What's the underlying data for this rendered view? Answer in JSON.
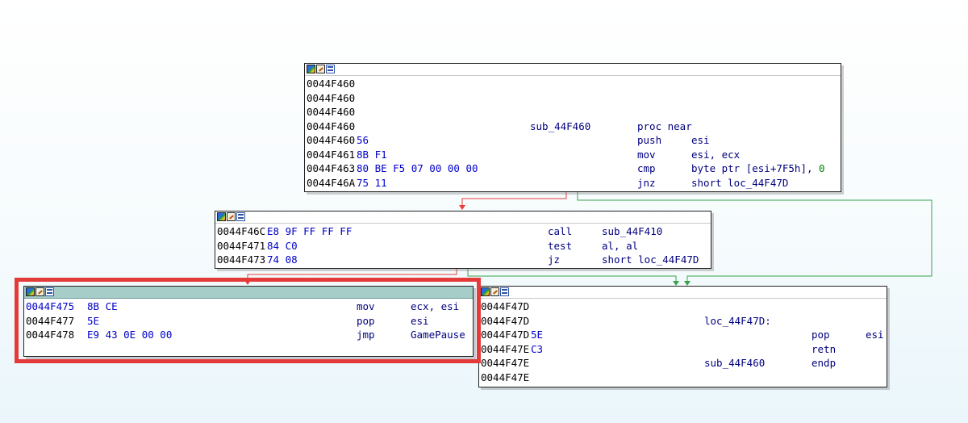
{
  "colors": {
    "edge_red": "#e83c3c",
    "edge_green": "#3aa44a",
    "highlight": "#e53a3a",
    "selected_header": "#a6cdc8"
  },
  "header_icons": [
    "color-icon",
    "edit-icon",
    "graph-icon"
  ],
  "nodes": {
    "sub_44F460": {
      "rows": [
        {
          "addr": "0044F460"
        },
        {
          "addr": "0044F460"
        },
        {
          "addr": "0044F460"
        },
        {
          "addr": "0044F460",
          "label": "sub_44F460",
          "mnem": "proc near"
        },
        {
          "addr": "0044F460",
          "bytes": "56",
          "mnem": "push",
          "ops": "esi"
        },
        {
          "addr": "0044F461",
          "bytes": "8B F1",
          "mnem": "mov",
          "ops": "esi, ecx"
        },
        {
          "addr": "0044F463",
          "bytes": "80 BE F5 07 00 00 00",
          "mnem": "cmp",
          "ops": "byte ptr [esi+7F5h], ",
          "ops_num": "0"
        },
        {
          "addr": "0044F46A",
          "bytes": "75 11",
          "mnem": "jnz",
          "ops": "short loc_44F47D"
        }
      ]
    },
    "block_44F46C": {
      "rows": [
        {
          "addr": "0044F46C",
          "bytes": "E8 9F FF FF FF",
          "mnem": "call",
          "ops": "sub_44F410"
        },
        {
          "addr": "0044F471",
          "bytes": "84 C0",
          "mnem": "test",
          "ops": "al, al"
        },
        {
          "addr": "0044F473",
          "bytes": "74 08",
          "mnem": "jz",
          "ops": "short loc_44F47D"
        }
      ]
    },
    "block_44F475": {
      "rows": [
        {
          "addr": "0044F475",
          "bytes": "8B CE",
          "mnem": "mov",
          "ops": "ecx, esi"
        },
        {
          "addr": "0044F477",
          "bytes": "5E",
          "mnem": "pop",
          "ops": "esi"
        },
        {
          "addr": "0044F478",
          "bytes": "E9 43 0E 00 00",
          "mnem": "jmp",
          "ops": "GamePause"
        }
      ]
    },
    "loc_44F47D": {
      "rows": [
        {
          "addr": "0044F47D"
        },
        {
          "addr": "0044F47D",
          "label": "loc_44F47D:"
        },
        {
          "addr": "0044F47D",
          "bytes": "5E",
          "mnem": "pop",
          "ops": "esi"
        },
        {
          "addr": "0044F47E",
          "bytes": "C3",
          "mnem": "retn"
        },
        {
          "addr": "0044F47E",
          "label": "sub_44F460",
          "mnem": "endp"
        },
        {
          "addr": "0044F47E"
        }
      ]
    }
  }
}
